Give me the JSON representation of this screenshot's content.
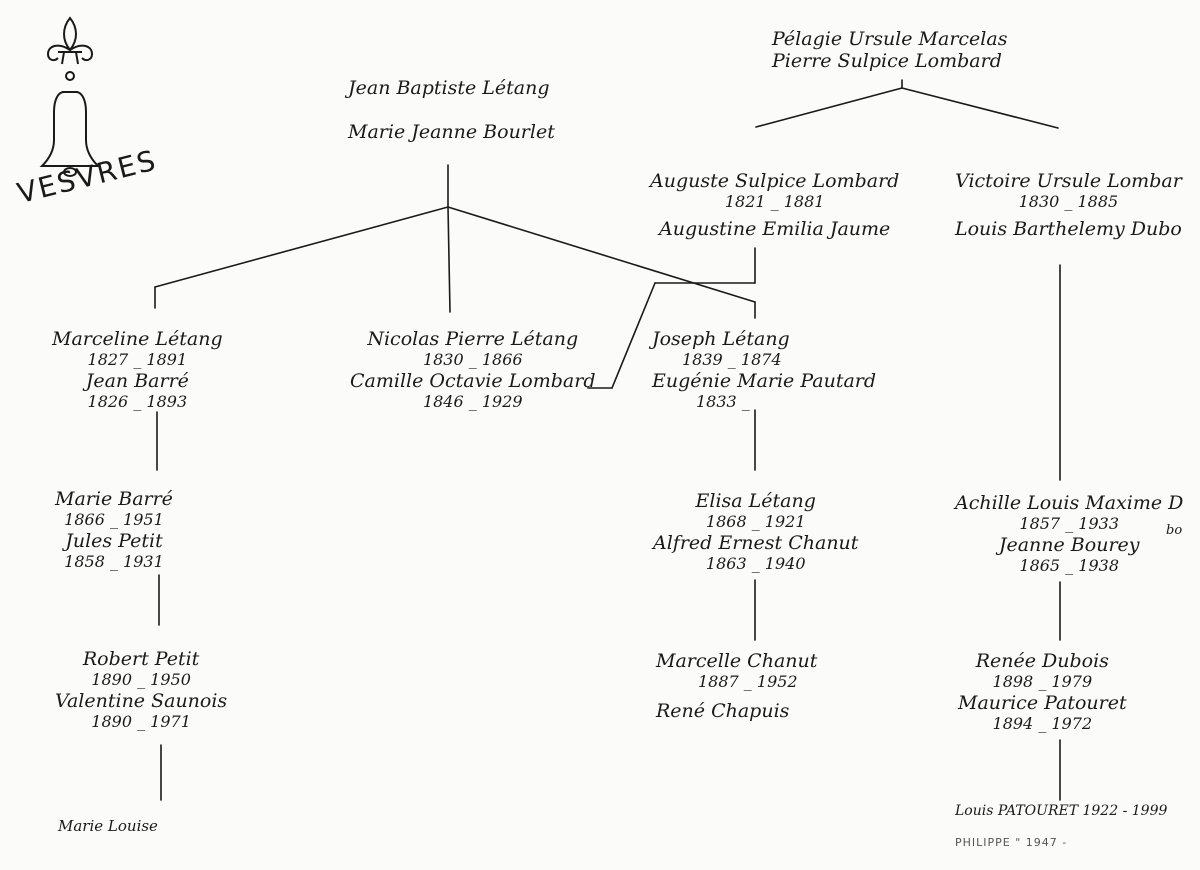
{
  "crest": {
    "label": "VESVRES",
    "icons": [
      "fleur-de-lis-icon",
      "bell-icon"
    ]
  },
  "top_right_couple": {
    "name1": "Pélagie Ursule Marcelas",
    "name2": "Pierre Sulpice Lombard"
  },
  "top_center_couple": {
    "name1": "Jean Baptiste Létang",
    "name2": "Marie Jeanne Bourlet"
  },
  "auguste": {
    "name": "Auguste Sulpice Lombard",
    "dates": "1821 _ 1881",
    "spouse": "Augustine Emilia Jaume"
  },
  "victoire": {
    "name": "Victoire Ursule Lombar",
    "dates": "1830 _ 1885",
    "spouse": "Louis Barthelemy Dubo"
  },
  "marceline": {
    "name": "Marceline Létang",
    "dates": "1827 _ 1891",
    "spouse": "Jean Barré",
    "spouse_dates": "1826 _ 1893"
  },
  "nicolas": {
    "name": "Nicolas Pierre Létang",
    "dates": "1830 _ 1866",
    "spouse": "Camille Octavie Lombard",
    "spouse_dates": "1846 _ 1929"
  },
  "joseph": {
    "name": "Joseph Létang",
    "dates": "1839 _ 1874",
    "spouse": "Eugénie Marie Pautard",
    "spouse_dates": "1833 _"
  },
  "marie": {
    "name": "Marie Barré",
    "dates": "1866 _ 1951",
    "spouse": "Jules Petit",
    "spouse_dates": "1858 _ 1931"
  },
  "elisa": {
    "name": "Elisa Létang",
    "dates": "1868 _ 1921",
    "spouse": "Alfred Ernest Chanut",
    "spouse_dates": "1863 _ 1940"
  },
  "achille": {
    "name": "Achille Louis Maxime D",
    "dates": "1857 _ 1933",
    "spouse": "Jeanne Bourey",
    "spouse_dates": "1865 _ 1938",
    "margin_note": "bo"
  },
  "robert": {
    "name": "Robert Petit",
    "dates": "1890 _ 1950",
    "spouse": "Valentine Saunois",
    "spouse_dates": "1890 _ 1971"
  },
  "marcelle": {
    "name": "Marcelle Chanut",
    "dates": "1887 _ 1952",
    "spouse": "René Chapuis"
  },
  "renee": {
    "name": "Renée Dubois",
    "dates": "1898 _ 1979",
    "spouse": "Maurice Patouret",
    "spouse_dates": "1894 _ 1972"
  },
  "marie_louise": {
    "name": "Marie Louise"
  },
  "louis_patouret": {
    "line": "Louis PATOURET 1922 - 1999",
    "line2": "PHILIPPE  \"  1947 -"
  }
}
